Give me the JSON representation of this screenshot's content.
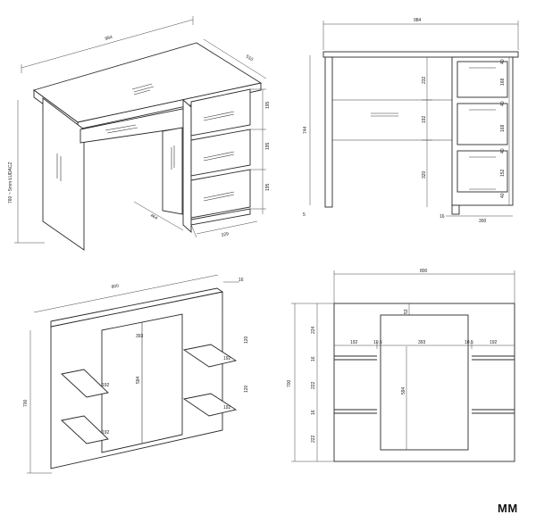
{
  "desk_iso": {
    "width": "984",
    "depth": "510",
    "height_label": "760 ~ 5mm ŁUDACZ",
    "drawer_heights": [
      "195",
      "195",
      "195"
    ],
    "knee_depth": "464",
    "cabinet_width": "329"
  },
  "desk_front": {
    "width": "984",
    "left_heights": [
      "232",
      "192",
      "320"
    ],
    "total_height": "744",
    "right_heights": [
      "40",
      "168",
      "40",
      "168",
      "40",
      "152",
      "40"
    ],
    "gap": "5",
    "panel": "16",
    "cabinet_width": "300"
  },
  "shelf_iso": {
    "width": "800",
    "thickness": "16",
    "height": "700",
    "inner_width": "393",
    "inner_height": "594",
    "shelf_depth": "192",
    "shelf_width": "120"
  },
  "shelf_front": {
    "width": "800",
    "height": "700",
    "top_gap": "53",
    "left_heights": [
      "224",
      "16",
      "222",
      "16",
      "222"
    ],
    "shelf_widths": [
      "192",
      "10.5",
      "393",
      "10.5",
      "192"
    ],
    "inner_height": "594"
  },
  "brand": "MM"
}
